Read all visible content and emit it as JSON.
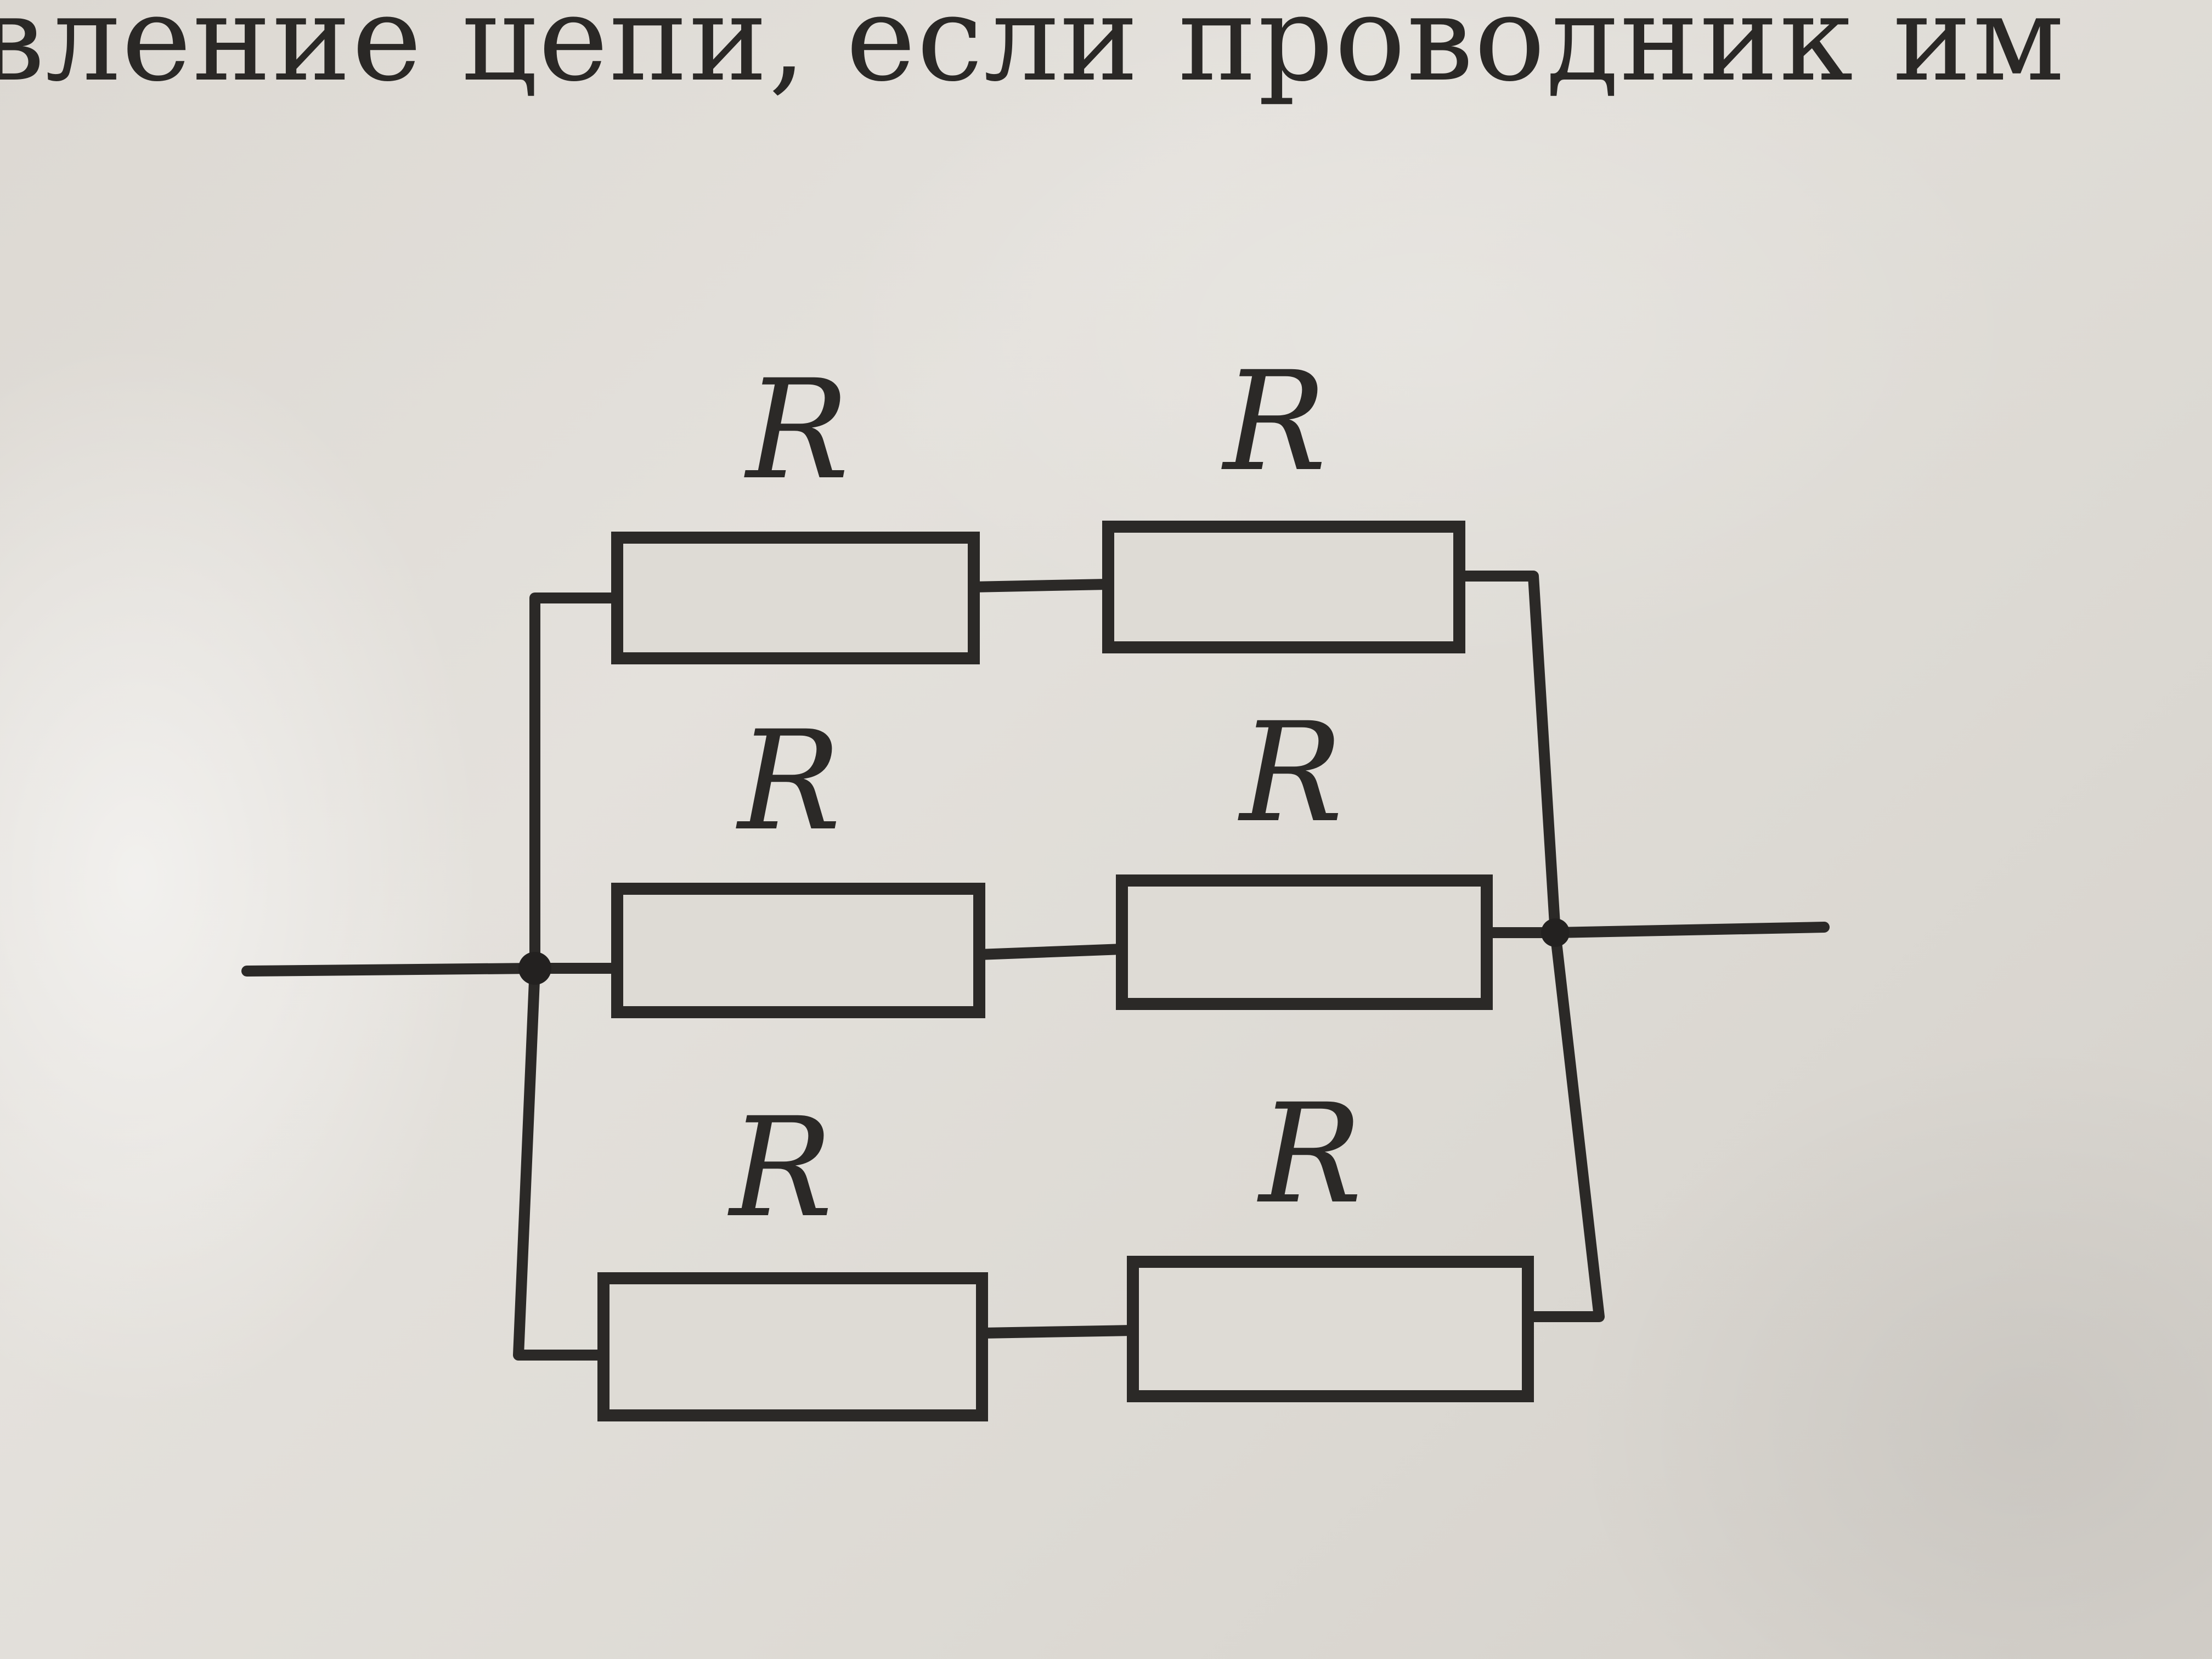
{
  "question_text": "вление цепи, если проводник им",
  "resistors": [
    {
      "id": "top-left",
      "label": "R"
    },
    {
      "id": "top-right",
      "label": "R"
    },
    {
      "id": "middle-left",
      "label": "R"
    },
    {
      "id": "middle-right",
      "label": "R"
    },
    {
      "id": "bottom-left",
      "label": "R"
    },
    {
      "id": "bottom-right",
      "label": "R"
    }
  ]
}
